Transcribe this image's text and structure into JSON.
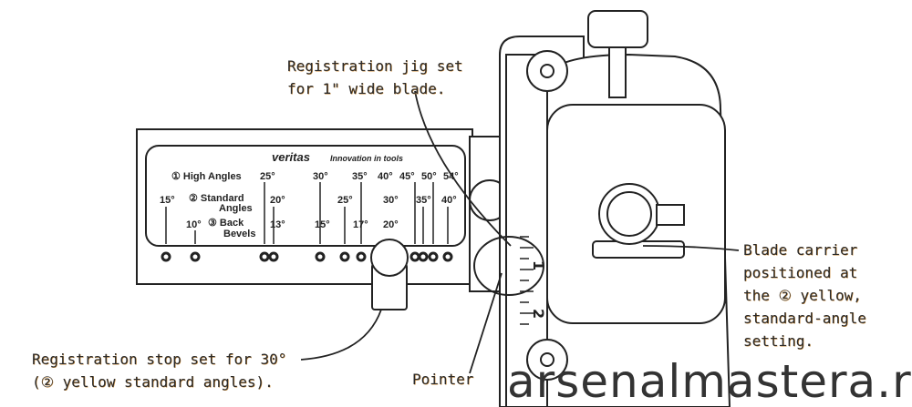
{
  "callouts": {
    "jig": [
      "Registration jig set",
      "for 1\" wide blade."
    ],
    "stop": [
      "Registration stop set for 30°",
      "(② yellow standard angles)."
    ],
    "pointer": "Pointer",
    "carrier": [
      "Blade carrier",
      "positioned at",
      "the ② yellow,",
      "standard-angle",
      "setting."
    ]
  },
  "scale_plate": {
    "brand": "veritas",
    "tagline": "Innovation in tools",
    "row_labels": [
      "① High Angles",
      "② Standard",
      "Angles",
      "③ Back",
      "Bevels"
    ],
    "high_angles": [
      "25°",
      "30°",
      "35°",
      "40°",
      "45°",
      "50°",
      "54°"
    ],
    "standard_angles": [
      "15°",
      "20°",
      "25°",
      "30°",
      "35°",
      "40°"
    ],
    "back_bevels": [
      "10°",
      "13°",
      "15°",
      "17°",
      "20°"
    ]
  },
  "ruler_marks": [
    "1",
    "2"
  ],
  "watermark": "arsenalmastera.ru"
}
